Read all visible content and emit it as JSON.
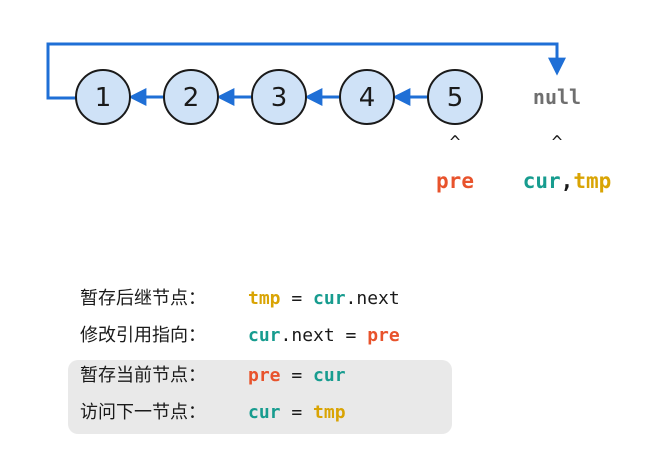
{
  "colors": {
    "node_fill": "#cfe2f7",
    "arrow_blue": "#1f6fd6",
    "pre_red": "#e8532c",
    "cur_teal": "#179c8f",
    "tmp_yellow": "#d9a404",
    "null_gray": "#6f6f6f",
    "highlight_bg": "#e9e9e9"
  },
  "nodes": [
    {
      "label": "1"
    },
    {
      "label": "2"
    },
    {
      "label": "3"
    },
    {
      "label": "4"
    },
    {
      "label": "5"
    }
  ],
  "null_label": "null",
  "caret": "^",
  "pointers": {
    "pre": "pre",
    "cur": "cur",
    "comma": ",",
    "tmp": "tmp"
  },
  "steps": [
    {
      "caption": "暂存后继节点：",
      "code": [
        {
          "text": "tmp",
          "role": "tmp"
        },
        {
          "text": " = ",
          "role": "plain"
        },
        {
          "text": "cur",
          "role": "cur"
        },
        {
          "text": ".next",
          "role": "plain"
        }
      ],
      "highlighted": false
    },
    {
      "caption": "修改引用指向：",
      "code": [
        {
          "text": "cur",
          "role": "cur"
        },
        {
          "text": ".next = ",
          "role": "plain"
        },
        {
          "text": "pre",
          "role": "pre"
        }
      ],
      "highlighted": false
    },
    {
      "caption": "暂存当前节点：",
      "code": [
        {
          "text": "pre",
          "role": "pre"
        },
        {
          "text": " = ",
          "role": "plain"
        },
        {
          "text": "cur",
          "role": "cur"
        }
      ],
      "highlighted": true
    },
    {
      "caption": "访问下一节点：",
      "code": [
        {
          "text": "cur",
          "role": "cur"
        },
        {
          "text": " = ",
          "role": "plain"
        },
        {
          "text": "tmp",
          "role": "tmp"
        }
      ],
      "highlighted": true
    }
  ]
}
